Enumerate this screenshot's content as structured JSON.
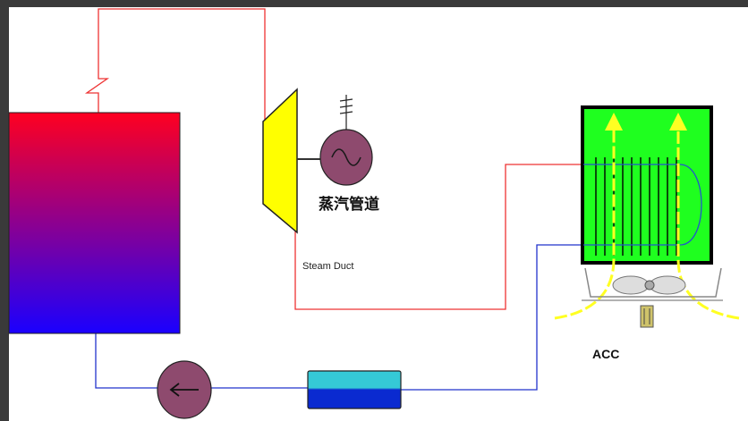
{
  "diagram": {
    "labels": {
      "generator_label": "蒸汽管道",
      "steam_duct": "Steam Duct",
      "acc": "ACC"
    },
    "colors": {
      "frame": "#3a3a3a",
      "canvas": "#ffffff",
      "steam_line": "#ee3333",
      "condensate_line": "#2233cc",
      "boiler_top": "#ff0020",
      "boiler_bottom": "#1a00ff",
      "turbine": "#ffff00",
      "generator": "#8e4a6e",
      "pump": "#8e4a6e",
      "acc_fill": "#1fff1f",
      "tank_top": "#35c9d6",
      "tank_bottom": "#0a2ad0",
      "airflow": "#ffff22"
    },
    "icons": {
      "generator": "sine-wave-icon",
      "pump": "left-arrow-icon",
      "fan": "fan-icon",
      "motor": "motor-icon"
    }
  }
}
